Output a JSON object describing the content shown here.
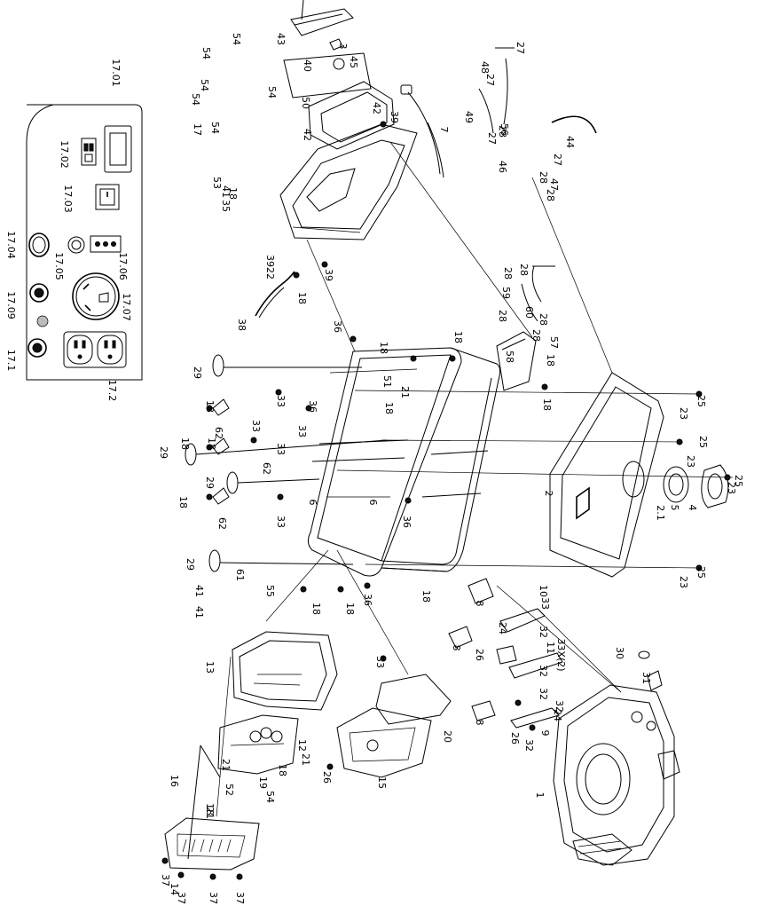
{
  "panel_callouts": [
    "17.01",
    "17.02",
    "17.03",
    "17.04",
    "17.05",
    "17.06",
    "17.07",
    "17.09",
    "17.1",
    "17.2"
  ],
  "part_callouts": [
    "1",
    "2",
    "2.1",
    "3",
    "4",
    "5",
    "6",
    "6",
    "7",
    "8",
    "8",
    "8",
    "9",
    "10",
    "11",
    "12",
    "13",
    "14",
    "15",
    "16",
    "17",
    "18",
    "18",
    "18",
    "18",
    "18",
    "18",
    "18",
    "18",
    "18",
    "18",
    "18",
    "18",
    "18",
    "18",
    "18",
    "18",
    "19",
    "20",
    "21",
    "21",
    "21",
    "21",
    "22",
    "23",
    "23",
    "23",
    "23",
    "24",
    "24",
    "25",
    "25",
    "25",
    "25",
    "26",
    "26",
    "26",
    "27",
    "27",
    "27",
    "27",
    "28",
    "28",
    "28",
    "28",
    "28",
    "28",
    "28",
    "28",
    "29",
    "29",
    "29",
    "29",
    "30",
    "31",
    "32",
    "32",
    "32",
    "32",
    "32",
    "33",
    "33",
    "33",
    "33",
    "33",
    "33",
    "33",
    "33X(2)",
    "35",
    "36",
    "36",
    "36",
    "36",
    "37",
    "37",
    "37",
    "37",
    "38",
    "39",
    "39",
    "39",
    "40",
    "41",
    "41",
    "41",
    "42",
    "42",
    "43",
    "44",
    "45",
    "46",
    "47",
    "48",
    "49",
    "50",
    "51",
    "52",
    "53",
    "54",
    "54",
    "54",
    "54",
    "54",
    "54",
    "54",
    "55",
    "56",
    "57",
    "58",
    "59",
    "60",
    "61",
    "62",
    "62",
    "62"
  ]
}
